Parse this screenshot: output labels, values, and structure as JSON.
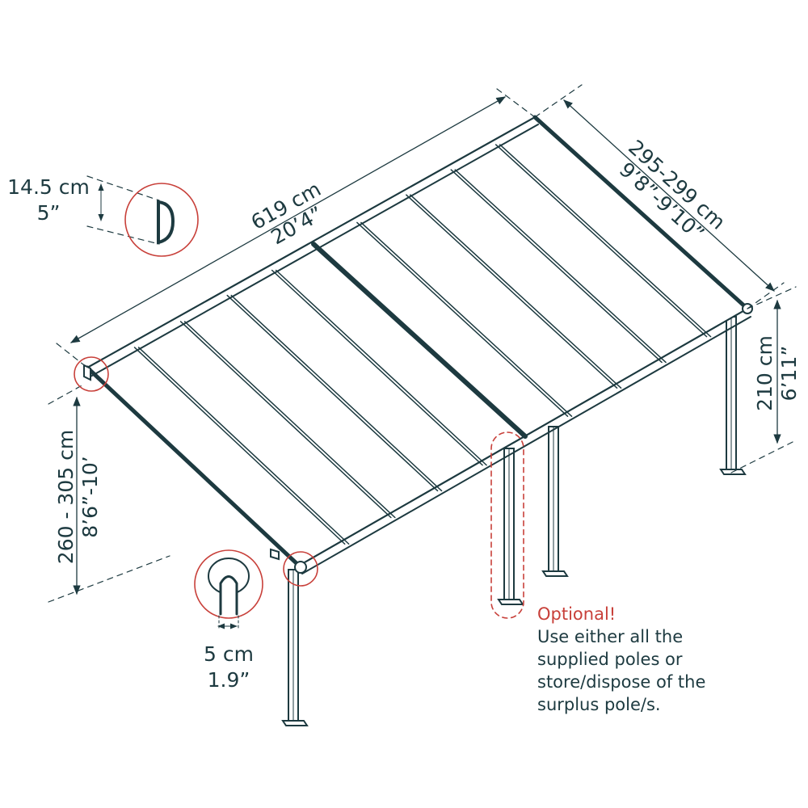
{
  "colors": {
    "ink": "#1d3a40",
    "accent_red": "#c8403a"
  },
  "dimensions": {
    "length_cm": "619 cm",
    "length_ft": "20’4”",
    "depth_cm": "295-299 cm",
    "depth_ft": "9’8”-9’10”",
    "front_height_cm": "210 cm",
    "front_height_ft": "6’11”",
    "wall_height_cm": "260 - 305 cm",
    "wall_height_ft": "8’6”-10’",
    "gutter_height_cm": "14.5 cm",
    "gutter_height_in": "5”",
    "post_width_cm": "5 cm",
    "post_width_in": "1.9”"
  },
  "note": {
    "title": "Optional!",
    "lines": [
      "Use either all the",
      "supplied poles or",
      "store/dispose of the",
      "surplus pole/s."
    ]
  }
}
